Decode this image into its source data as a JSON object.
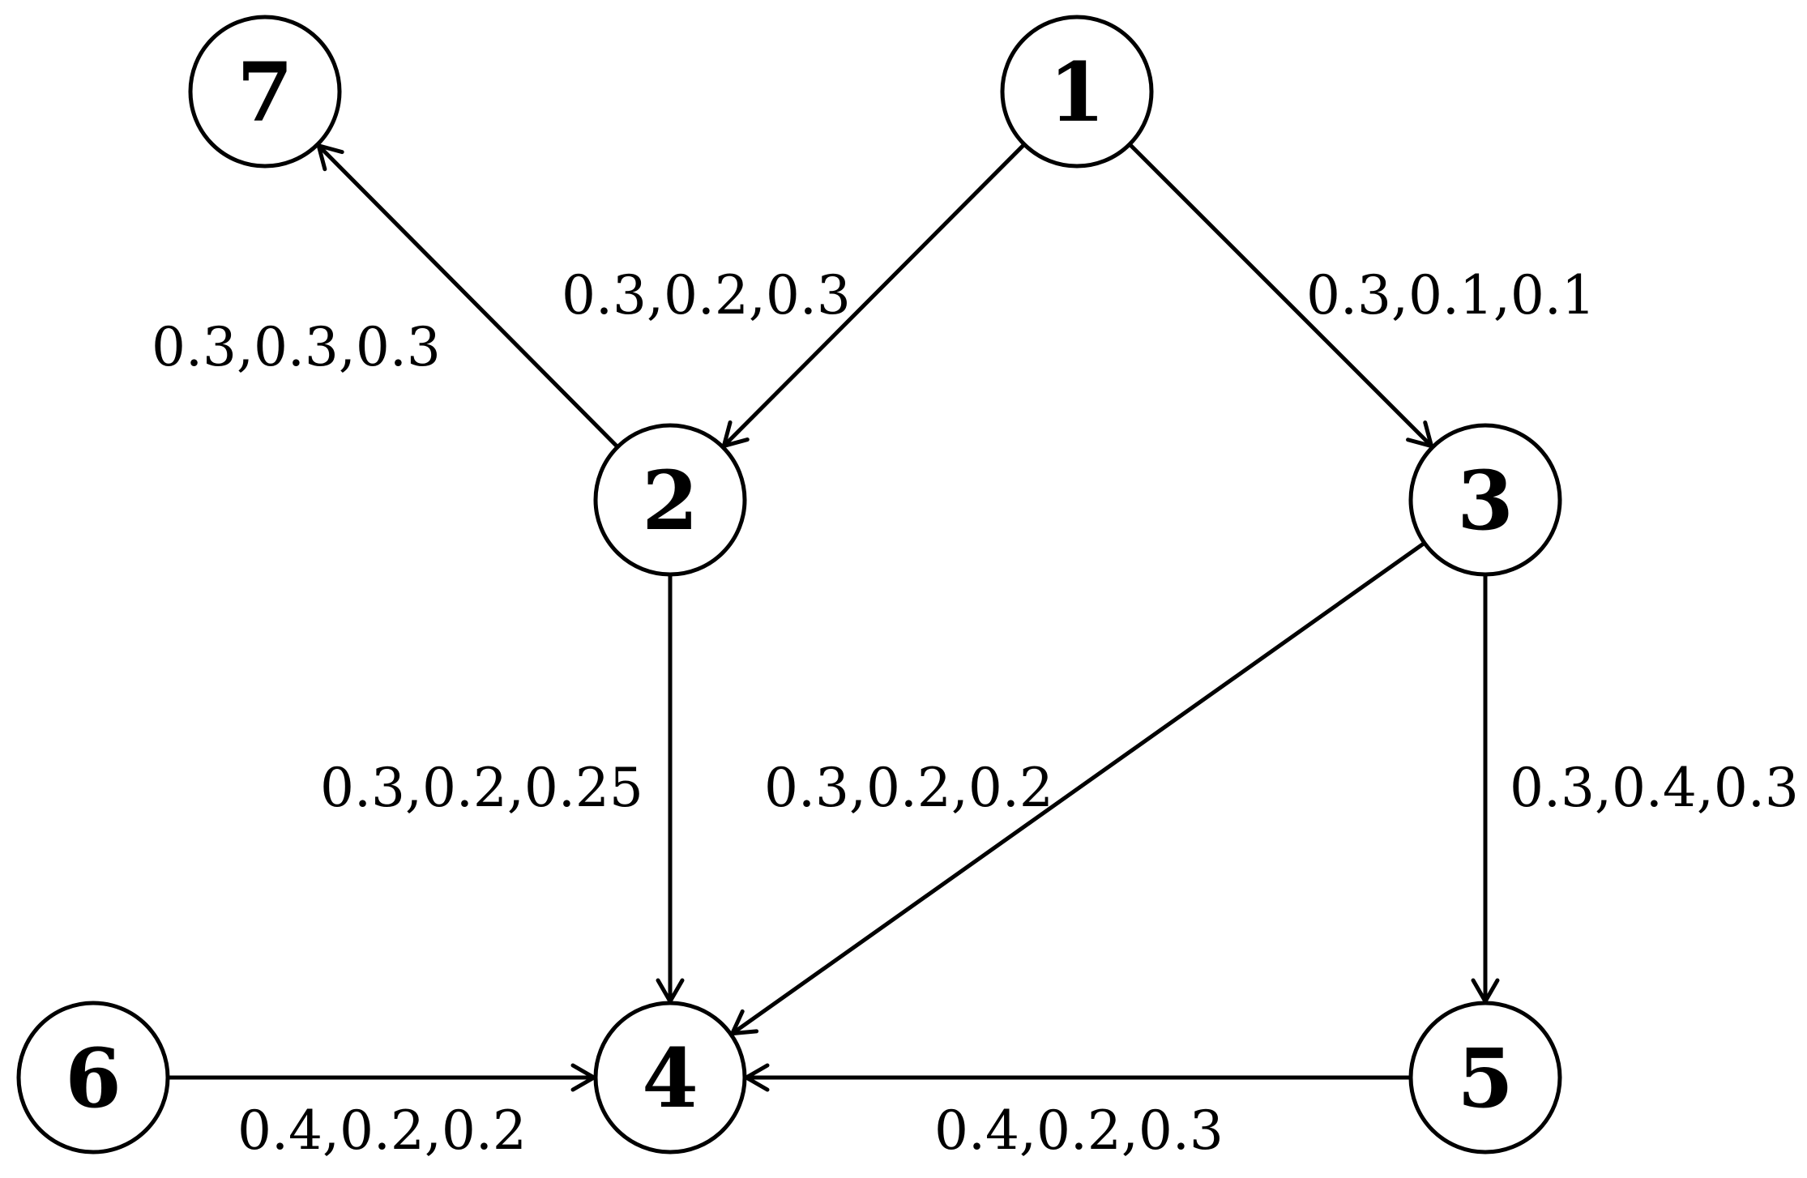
{
  "nodes": [
    {
      "id": "1",
      "label": "1"
    },
    {
      "id": "2",
      "label": "2"
    },
    {
      "id": "3",
      "label": "3"
    },
    {
      "id": "4",
      "label": "4"
    },
    {
      "id": "5",
      "label": "5"
    },
    {
      "id": "6",
      "label": "6"
    },
    {
      "id": "7",
      "label": "7"
    }
  ],
  "edges": [
    {
      "from": "1",
      "to": "2",
      "label": "0.3,0.2,0.3"
    },
    {
      "from": "1",
      "to": "3",
      "label": "0.3,0.1,0.1"
    },
    {
      "from": "2",
      "to": "7",
      "label": "0.3,0.3,0.3"
    },
    {
      "from": "2",
      "to": "4",
      "label": "0.3,0.2,0.25"
    },
    {
      "from": "3",
      "to": "4",
      "label": "0.3,0.2,0.2"
    },
    {
      "from": "3",
      "to": "5",
      "label": "0.3,0.4,0.3"
    },
    {
      "from": "6",
      "to": "4",
      "label": "0.4,0.2,0.2"
    },
    {
      "from": "5",
      "to": "4",
      "label": "0.4,0.2,0.3"
    }
  ]
}
